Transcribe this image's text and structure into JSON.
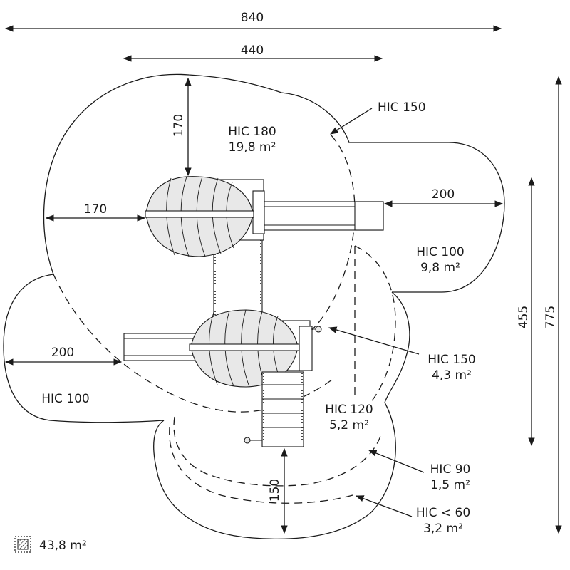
{
  "dimensions": {
    "total_width": "840",
    "structure_width": "440",
    "top_clearance": "170",
    "left_clearance": "170",
    "right_slide_clearance": "200",
    "left_slide_clearance": "200",
    "structure_depth": "455",
    "total_depth": "775",
    "bottom_clearance": "150"
  },
  "zones": {
    "hic150_top": "HIC 150",
    "hic180_name": "HIC 180",
    "hic180_area": "19,8 m²",
    "hic100_right_name": "HIC 100",
    "hic100_right_area": "9,8 m²",
    "hic150_right_name": "HIC 150",
    "hic150_right_area": "4,3 m²",
    "hic100_left_name": "HIC 100",
    "hic120_name": "HIC 120",
    "hic120_area": "5,2 m²",
    "hic90_name": "HIC 90",
    "hic90_area": "1,5 m²",
    "hic60_name": "HIC < 60",
    "hic60_area": "3,2 m²"
  },
  "legend": {
    "total_area": "43,8 m²",
    "icon": "hatched-square-icon"
  }
}
